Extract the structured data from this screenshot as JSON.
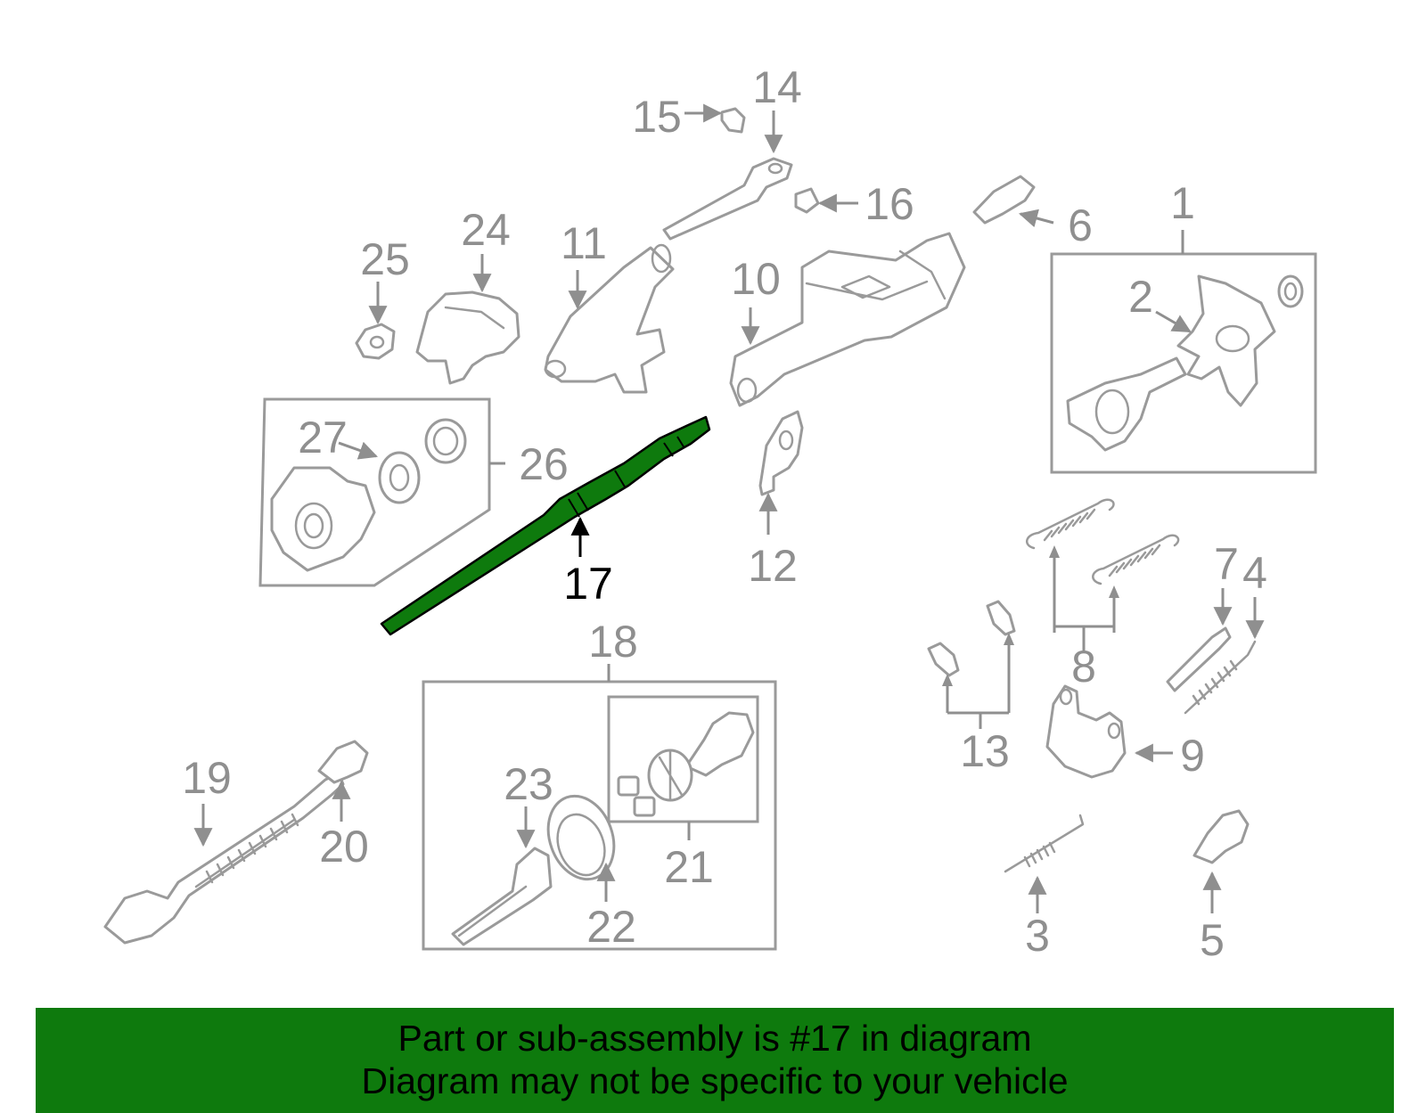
{
  "diagram": {
    "highlighted_part": "17",
    "highlight_color": "#0e7a0d",
    "labels": [
      {
        "id": "1",
        "text": "1"
      },
      {
        "id": "2",
        "text": "2"
      },
      {
        "id": "3",
        "text": "3"
      },
      {
        "id": "4",
        "text": "4"
      },
      {
        "id": "5",
        "text": "5"
      },
      {
        "id": "6",
        "text": "6"
      },
      {
        "id": "7",
        "text": "7"
      },
      {
        "id": "8",
        "text": "8"
      },
      {
        "id": "9",
        "text": "9"
      },
      {
        "id": "10",
        "text": "10"
      },
      {
        "id": "11",
        "text": "11"
      },
      {
        "id": "12",
        "text": "12"
      },
      {
        "id": "13",
        "text": "13"
      },
      {
        "id": "14",
        "text": "14"
      },
      {
        "id": "15",
        "text": "15"
      },
      {
        "id": "16",
        "text": "16"
      },
      {
        "id": "17",
        "text": "17"
      },
      {
        "id": "18",
        "text": "18"
      },
      {
        "id": "19",
        "text": "19"
      },
      {
        "id": "20",
        "text": "20"
      },
      {
        "id": "21",
        "text": "21"
      },
      {
        "id": "22",
        "text": "22"
      },
      {
        "id": "23",
        "text": "23"
      },
      {
        "id": "24",
        "text": "24"
      },
      {
        "id": "25",
        "text": "25"
      },
      {
        "id": "26",
        "text": "26"
      },
      {
        "id": "27",
        "text": "27"
      }
    ]
  },
  "footer": {
    "line1": "Part or sub-assembly is #17 in diagram",
    "line2": "Diagram may not be specific to your vehicle",
    "background": "#0e7a0d"
  }
}
